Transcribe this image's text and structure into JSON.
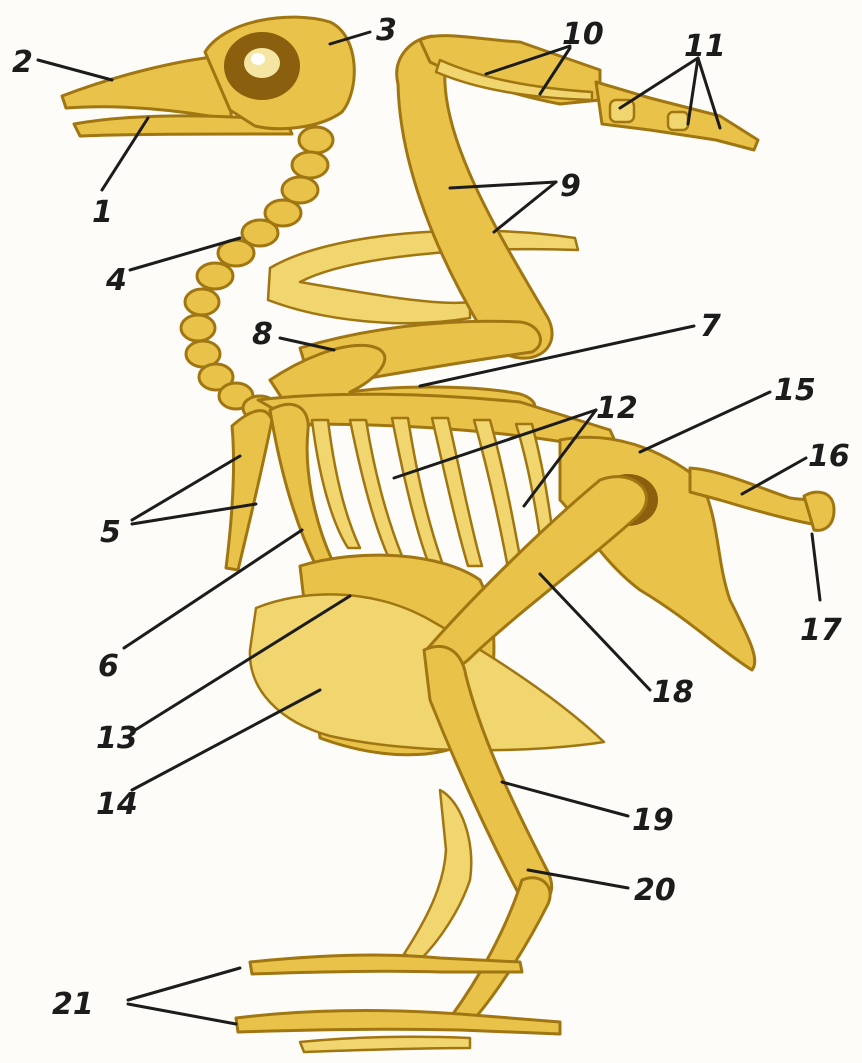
{
  "image": {
    "background": "#fdfcf8",
    "bone_color": "#e9c24a",
    "bone_outline": "#a07612",
    "label_color": "#1c1c1c"
  },
  "labels": [
    {
      "id": 1,
      "text": "1"
    },
    {
      "id": 2,
      "text": "2"
    },
    {
      "id": 3,
      "text": "3"
    },
    {
      "id": 4,
      "text": "4"
    },
    {
      "id": 5,
      "text": "5"
    },
    {
      "id": 6,
      "text": "6"
    },
    {
      "id": 7,
      "text": "7"
    },
    {
      "id": 8,
      "text": "8"
    },
    {
      "id": 9,
      "text": "9"
    },
    {
      "id": 10,
      "text": "10"
    },
    {
      "id": 11,
      "text": "11"
    },
    {
      "id": 12,
      "text": "12"
    },
    {
      "id": 13,
      "text": "13"
    },
    {
      "id": 14,
      "text": "14"
    },
    {
      "id": 15,
      "text": "15"
    },
    {
      "id": 16,
      "text": "16"
    },
    {
      "id": 17,
      "text": "17"
    },
    {
      "id": 18,
      "text": "18"
    },
    {
      "id": 19,
      "text": "19"
    },
    {
      "id": 20,
      "text": "20"
    },
    {
      "id": 21,
      "text": "21"
    }
  ]
}
